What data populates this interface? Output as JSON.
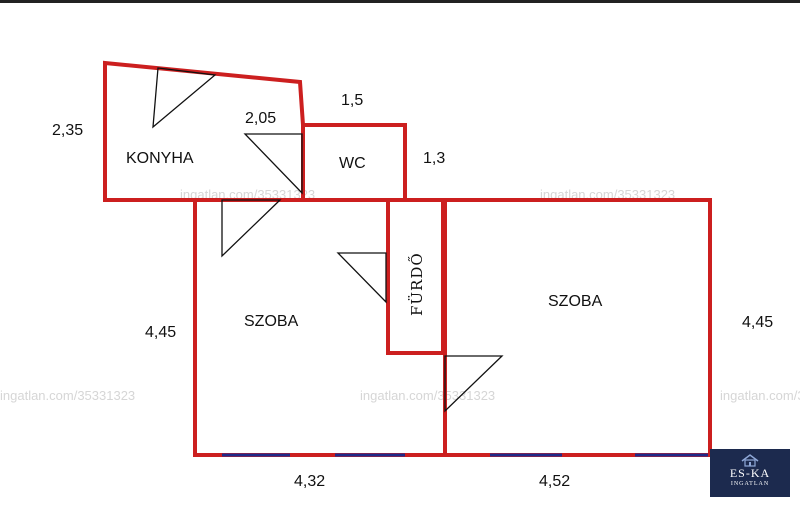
{
  "rooms": {
    "konyha": "KONYHA",
    "wc": "WC",
    "furdo": "FÜRDŐ",
    "szoba_left": "SZOBA",
    "szoba_right": "SZOBA"
  },
  "dimensions": {
    "konyha_height": "2,35",
    "wc_width": "1,5",
    "konyha_inner": "2,05",
    "wc_height": "1,3",
    "left_room_height": "4,45",
    "right_room_height": "4,45",
    "left_room_width": "4,32",
    "right_room_width": "4,52"
  },
  "watermark": "ingatlan.com/35331323",
  "logo": {
    "name": "ES-KA",
    "sub": "INGATLAN"
  },
  "colors": {
    "wall": "#cc1f1f",
    "window": "#1f2a8a",
    "logo_bg": "#1c2a4e"
  }
}
